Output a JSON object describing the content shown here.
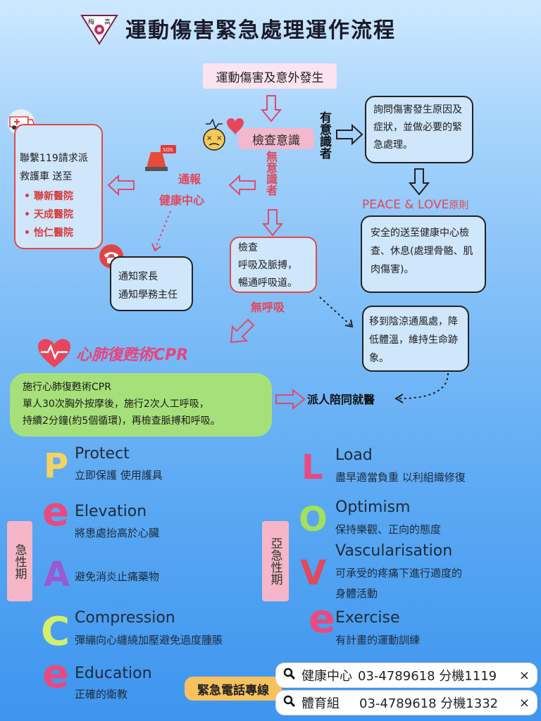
{
  "title": "運動傷害緊急處理運作流程",
  "logo": {
    "left_char": "梅",
    "right_char": "高"
  },
  "event": "運動傷害及意外發生",
  "check_consciousness": "檢查意識",
  "conscious_label": "有意識者",
  "unconscious_label": "無意識者",
  "ask_box": "詢問傷害發生原因及症狀，並做必要的緊急處理。",
  "peace_love_title": "PEACE & LOVE",
  "peace_love_suffix": "原則",
  "safe_box": "安全的送至健康中心檢查、休息(處理骨骼、肌肉傷害)。",
  "notify_health": {
    "line1": "通報",
    "line2": "健康中心"
  },
  "call119_box": {
    "text": "聯繫119請求派救護車 送至",
    "hospitals": [
      "聯新醫院",
      "天成醫院",
      "怡仁醫院"
    ]
  },
  "notify_parents_box": {
    "line1": "通知家長",
    "line2": "通知學務主任"
  },
  "check_breath_box": {
    "line1": "檢查",
    "line2": "呼吸及脈搏，",
    "line3": "暢通呼吸道。"
  },
  "no_breath": "無呼吸",
  "shade_box": "移到陰涼通風處，降低體溫，維持生命跡象。",
  "cpr_title": "心肺復甦術CPR",
  "cpr_box": {
    "line1": "施行心肺復甦術CPR",
    "line2": "單人30次胸外按摩後，施行2次人工呼吸，",
    "line3": "持續2分鐘(約5個循環)，再檢查脈搏和呼吸。"
  },
  "escort": "派人陪同就醫",
  "acute_label": "急性期",
  "subacute_label": "亞急性期",
  "peace": [
    {
      "letter": "P",
      "title": "Protect",
      "desc": "立即保護  使用護具",
      "color": "#f4d35e"
    },
    {
      "letter": "e",
      "title": "Elevation",
      "desc": "將患處抬高於心臟",
      "color": "#e84a7f"
    },
    {
      "letter": "A",
      "title": "",
      "desc": "避免消炎止痛藥物",
      "color": "#9b59d0"
    },
    {
      "letter": "C",
      "title": "Compression",
      "desc": "彈繃向心纏繞加壓避免過度腫脹",
      "color": "#d4f06a"
    },
    {
      "letter": "e",
      "title": "Education",
      "desc": "正確的衛教",
      "color": "#e84a7f"
    }
  ],
  "love": [
    {
      "letter": "L",
      "title": "Load",
      "desc": "盡早適當負重  以利組織修復",
      "color": "#e84a7f"
    },
    {
      "letter": "O",
      "title": "Optimism",
      "desc": "保持樂觀、正向的態度",
      "color": "#a4e05a"
    },
    {
      "letter": "V",
      "title": "Vascularisation",
      "desc1": "可承受的疼痛下進行適度的",
      "desc2": "身體活動",
      "color": "#e04a5a"
    },
    {
      "letter": "e",
      "title": "Exercise",
      "desc": "有計畫的運動訓練",
      "color": "#e84a7f"
    }
  ],
  "emergency_label": "緊急電話專線",
  "contacts": [
    {
      "name": "健康中心",
      "phone": "03-4789618 分機1119"
    },
    {
      "name": "體育組",
      "phone": "03-4789618 分機1332"
    }
  ],
  "close_symbol": "×"
}
